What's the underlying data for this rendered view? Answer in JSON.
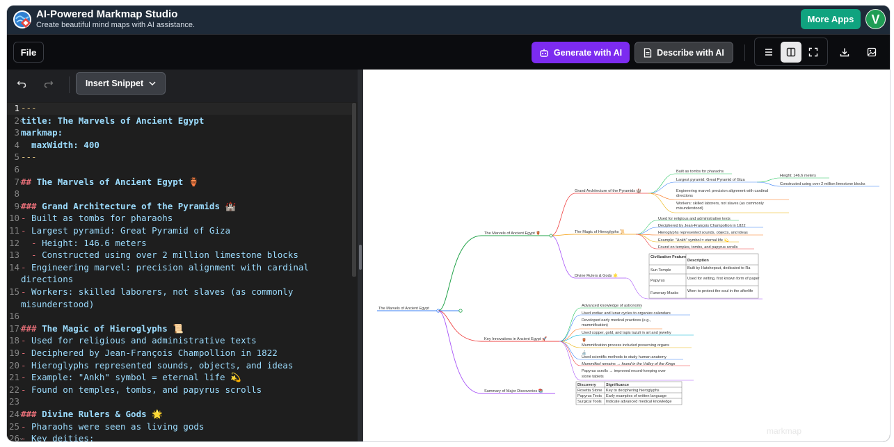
{
  "app": {
    "title": "AI-Powered Markmap Studio",
    "subtitle": "Create beautiful mind maps with AI assistance.",
    "logo_icon": "globe-logo-icon",
    "more_apps_label": "More Apps",
    "avatar_letter": "V",
    "accent": "#10a37f",
    "header_bg": "#1e2a38"
  },
  "toolbar": {
    "file_label": "File",
    "generate_label": "Generate with AI",
    "generate_color": "#7c2bf0",
    "describe_label": "Describe with AI",
    "icons": [
      "robot-icon",
      "document-icon",
      "list-view-icon",
      "split-view-icon",
      "fullscreen-icon",
      "download-icon",
      "image-export-icon"
    ]
  },
  "editor": {
    "snippet_label": "Insert Snippet",
    "current_line": "1",
    "lines": [
      {
        "n": "1",
        "text": "---",
        "kind": "meta"
      },
      {
        "n": "2",
        "text": "title: The Marvels of Ancient Egypt",
        "kind": "bold",
        "fold": true
      },
      {
        "n": "3",
        "text": "markmap:",
        "kind": "bold"
      },
      {
        "n": "4",
        "text": "  maxWidth: 400",
        "kind": "bold"
      },
      {
        "n": "5",
        "text": "---",
        "kind": "meta"
      },
      {
        "n": "6",
        "text": "",
        "kind": "plain"
      },
      {
        "n": "7",
        "text": "## The Marvels of Ancient Egypt 🏺",
        "kind": "heading",
        "fold": true
      },
      {
        "n": "8",
        "text": "",
        "kind": "plain"
      },
      {
        "n": "9",
        "text": "### Grand Architecture of the Pyramids 🏰",
        "kind": "heading",
        "fold": true
      },
      {
        "n": "10",
        "text": "- Built as tombs for pharaohs",
        "kind": "list"
      },
      {
        "n": "11",
        "text": "- Largest pyramid: Great Pyramid of Giza",
        "kind": "list"
      },
      {
        "n": "12",
        "text": "  - Height: 146.6 meters",
        "kind": "list"
      },
      {
        "n": "13",
        "text": "  - Constructed using over 2 million limestone blocks",
        "kind": "list"
      },
      {
        "n": "14",
        "text": "- Engineering marvel: precision alignment with cardinal",
        "kind": "list"
      },
      {
        "n": "",
        "text": "directions",
        "kind": "plain"
      },
      {
        "n": "15",
        "text": "- Workers: skilled laborers, not slaves (as commonly",
        "kind": "list"
      },
      {
        "n": "",
        "text": "misunderstood)",
        "kind": "plain"
      },
      {
        "n": "16",
        "text": "",
        "kind": "plain"
      },
      {
        "n": "17",
        "text": "### The Magic of Hieroglyphs 📜",
        "kind": "heading",
        "fold": true
      },
      {
        "n": "18",
        "text": "- Used for religious and administrative texts",
        "kind": "list"
      },
      {
        "n": "19",
        "text": "- Deciphered by Jean-François Champollion in 1822",
        "kind": "list"
      },
      {
        "n": "20",
        "text": "- Hieroglyphs represented sounds, objects, and ideas",
        "kind": "list"
      },
      {
        "n": "21",
        "text": "- Example: \"Ankh\" symbol = eternal life 💫",
        "kind": "list"
      },
      {
        "n": "22",
        "text": "- Found on temples, tombs, and papyrus scrolls",
        "kind": "list"
      },
      {
        "n": "23",
        "text": "",
        "kind": "plain"
      },
      {
        "n": "24",
        "text": "### Divine Rulers & Gods 🌟",
        "kind": "heading",
        "fold": true
      },
      {
        "n": "25",
        "text": "- Pharaohs were seen as living gods",
        "kind": "list"
      },
      {
        "n": "26",
        "text": "- Key deities:",
        "kind": "list",
        "fold": true
      }
    ]
  },
  "mindmap": {
    "root": "The Marvels of Ancient Egypt",
    "l1": [
      {
        "label": "The Marvels of Ancient Egypt 🏺"
      },
      {
        "label": "Key Innovations in Ancient Egypt 🚀"
      },
      {
        "label": "Summary of Major Discoveries 📚"
      }
    ],
    "l2": [
      {
        "label": "Grand Architecture of the Pyramids 🏰"
      },
      {
        "label": "The Magic of Hieroglyphs 📜"
      },
      {
        "label": "Divine Rulers & Gods 🌟"
      }
    ],
    "pyramids": [
      "Built as tombs for pharaohs",
      "Largest pyramid: Great Pyramid of Giza",
      "Engineering marvel: precision alignment with cardinal",
      "directions",
      "Workers: skilled laborers, not slaves (as commonly",
      "misunderstood)"
    ],
    "giza": [
      "Height: 146.6 meters",
      "Constructed using over 2 million limestone blocks"
    ],
    "hieroglyphs": [
      "Used for religious and administrative texts",
      "Deciphered by Jean-François Champollion in 1822",
      "Hieroglyphs represented sounds, objects, and ideas",
      "Example: \"Ankh\" symbol = eternal life 💫",
      "Found on temples, tombs, and papyrus scrolls"
    ],
    "rulers_table": {
      "headers": [
        "Civilization Feature",
        "Description"
      ],
      "rows": [
        [
          "Sun Temple",
          "Built by Hatshepsut, dedicated to Ra"
        ],
        [
          "Papyrus",
          "Used for writing, first known form of paper"
        ],
        [
          "Funerary Masks",
          "Worn to protect the soul in the afterlife"
        ]
      ]
    },
    "innovations": [
      "Advanced knowledge of astronomy",
      "Used zodiac and lunar cycles to organize calendars",
      "Developed early medical practices (e.g.,",
      "mummification)",
      "Used copper, gold, and lapis lazuli in art and jewelry",
      "🏺",
      "Mummification process included preserving organs",
      "🔬",
      "Used scientific methods to study human anatomy",
      "Mummified remains → found in the Valley of the Kings",
      "Papyrus scrolls → improved record-keeping over",
      "stone tablets"
    ],
    "discoveries_table": {
      "headers": [
        "Discovery",
        "Significance"
      ],
      "rows": [
        [
          "Rosetta Stone",
          "Key to deciphering hieroglyphs"
        ],
        [
          "Papyrus Texts",
          "Early examples of written language"
        ],
        [
          "Surgical Tools",
          "Indicate advanced medical knowledge"
        ]
      ]
    },
    "watermark": "markmap"
  }
}
